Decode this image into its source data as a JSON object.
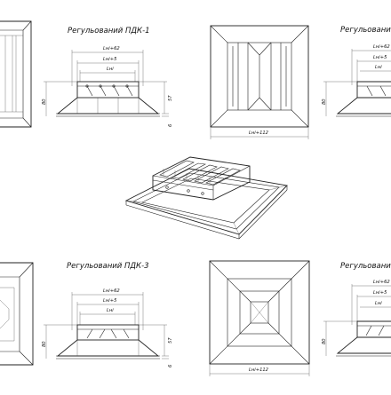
{
  "panels": {
    "top_left": {
      "title": "Регульований ПДК-1",
      "dim_w62": "Lнi+62",
      "dim_w5": "Lнi+5",
      "dim_w": "Lнi",
      "dim_h80": "80",
      "dim_h57": "57",
      "dim_h6": "6"
    },
    "top_right": {
      "title": "Регульований",
      "dim_w62": "Lнi+62",
      "dim_w5": "Lнi+5",
      "dim_w": "Lнi",
      "dim_h80": "80",
      "bottom_dim": "Lнi+112"
    },
    "bottom_left": {
      "title": "Регульований ПДК-3",
      "dim_w62": "Lнi+62",
      "dim_w5": "Lнi+5",
      "dim_w": "Lнi",
      "dim_h80": "80",
      "dim_h57": "57",
      "dim_h6": "6"
    },
    "bottom_right": {
      "title": "Регульований",
      "dim_w62": "Lнi+62",
      "dim_w5": "Lнi+5",
      "dim_w": "Lнi",
      "dim_h80": "80",
      "bottom_dim": "Lнi+112"
    }
  },
  "center": {
    "label": "isometric-diffuser-view"
  }
}
